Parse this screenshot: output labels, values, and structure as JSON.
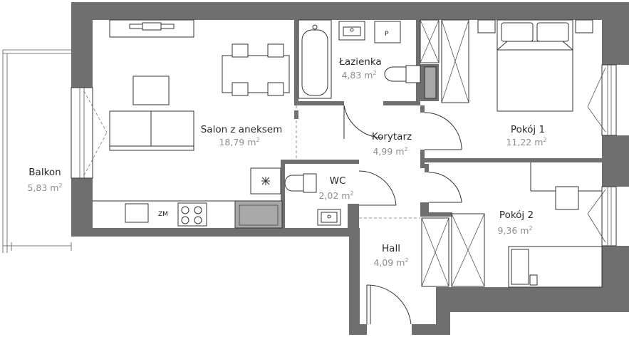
{
  "rooms": [
    {
      "id": "salon",
      "name": "Salon z aneksem",
      "area": "18,79"
    },
    {
      "id": "lazienka",
      "name": "Łazienka",
      "area": "4,83"
    },
    {
      "id": "korytarz",
      "name": "Korytarz",
      "area": "4,99"
    },
    {
      "id": "pokoj1",
      "name": "Pokój 1",
      "area": "11,22"
    },
    {
      "id": "wc",
      "name": "WC",
      "area": "2,02"
    },
    {
      "id": "pokoj2",
      "name": "Pokój 2",
      "area": "9,36"
    },
    {
      "id": "hall",
      "name": "Hall",
      "area": "4,09"
    },
    {
      "id": "balkon",
      "name": "Balkon",
      "area": "5,83"
    }
  ],
  "unit": {
    "base": "m",
    "exp": "2"
  },
  "labels": {
    "p": "P",
    "zm": "ZM"
  },
  "colors": {
    "wall": "#6f6f6f",
    "text": "#2b2b2b",
    "area": "#8e8e8e",
    "fill_gray": "#a9a9a9"
  }
}
